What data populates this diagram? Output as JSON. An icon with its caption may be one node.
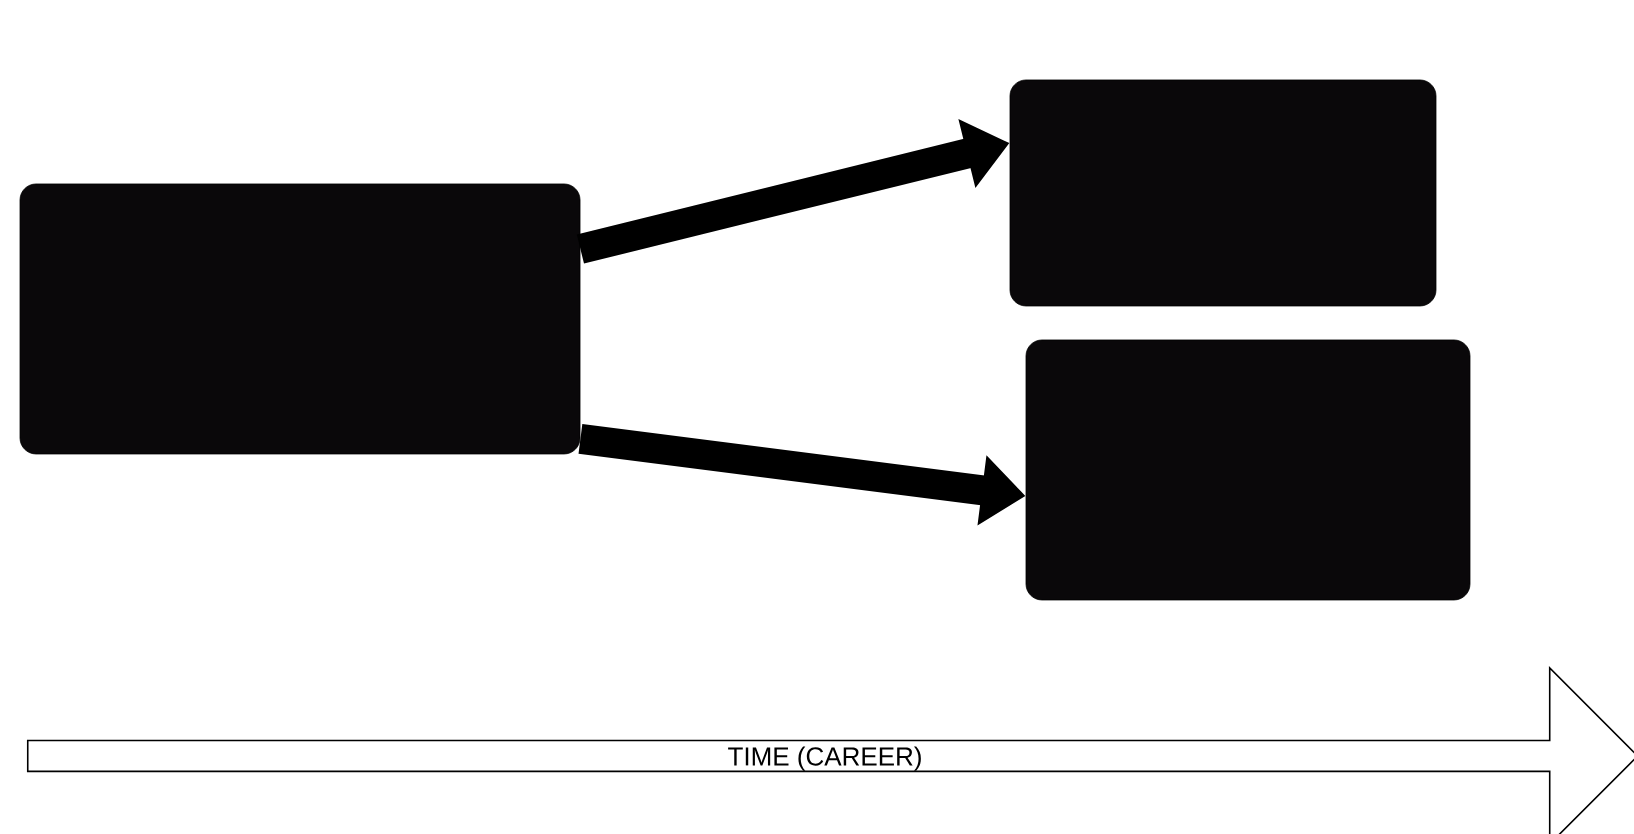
{
  "diagram": {
    "nodes": [
      {
        "text": [],
        "shape": "box"
      },
      {
        "text": [],
        "shape": "box"
      },
      {
        "text": [],
        "shape": "box"
      },
      {
        "text": [
          "TIME (CAREER)"
        ]
      }
    ],
    "edges": [
      {
        "from": 0,
        "to": 1,
        "arrow": "to"
      },
      {
        "from": 0,
        "to": 2,
        "arrow": "to"
      }
    ]
  }
}
